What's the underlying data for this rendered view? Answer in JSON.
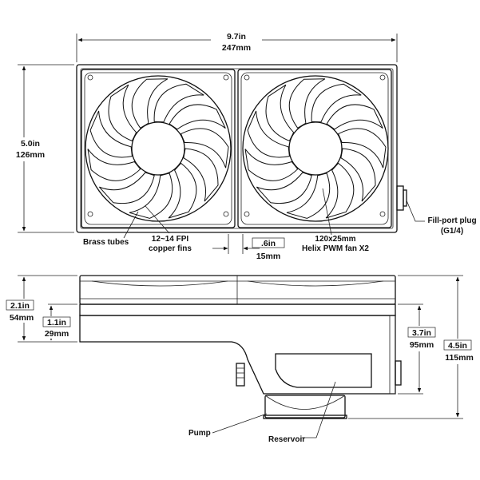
{
  "dimensions": {
    "width_in": "9.7in",
    "width_mm": "247mm",
    "height_in": "5.0in",
    "height_mm": "126mm",
    "gap_in": ".6in",
    "gap_mm": "15mm",
    "depth_a_in": "2.1in",
    "depth_a_mm": "54mm",
    "depth_b_in": "1.1in",
    "depth_b_mm": "29mm",
    "depth_c_in": "3.7in",
    "depth_c_mm": "95mm",
    "depth_d_in": "4.5in",
    "depth_d_mm": "115mm"
  },
  "callouts": {
    "brass_tubes": "Brass tubes",
    "fins_line1": "12~14 FPI",
    "fins_line2": "copper fins",
    "fan_line1": "120x25mm",
    "fan_line2": "Helix PWM fan X2",
    "fill_port_line1": "Fill-port plug",
    "fill_port_line2": "(G1/4)",
    "pump": "Pump",
    "reservoir": "Reservoir"
  }
}
